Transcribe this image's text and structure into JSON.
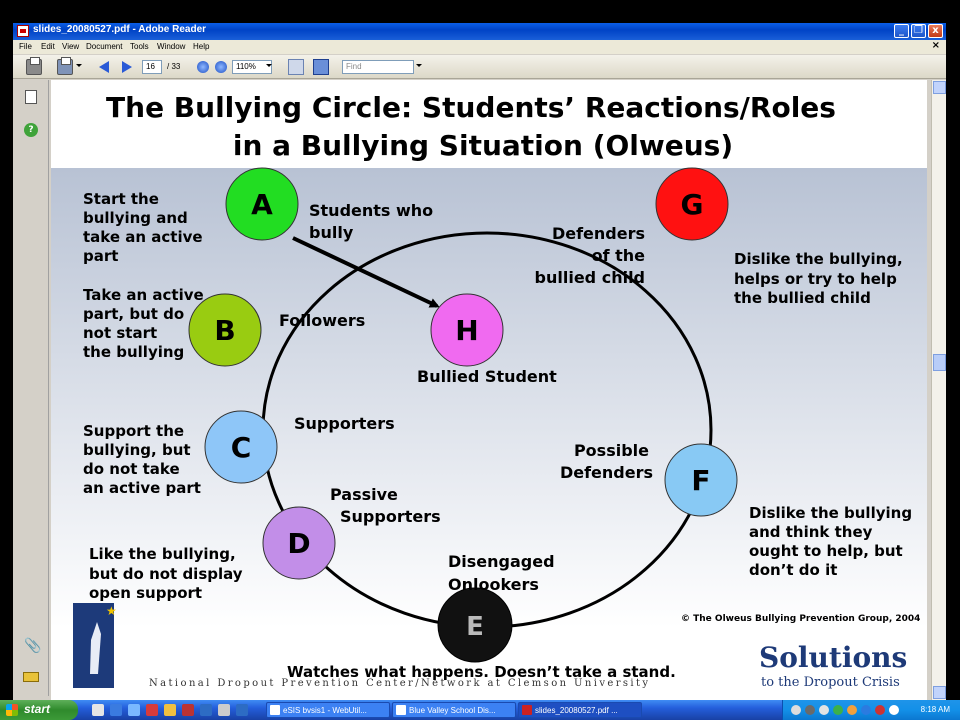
{
  "window": {
    "title": "slides_20080527.pdf - Adobe Reader",
    "controls": [
      "_",
      "❐",
      "x"
    ]
  },
  "menu": [
    "File",
    "Edit",
    "View",
    "Document",
    "Tools",
    "Window",
    "Help"
  ],
  "toolbar": {
    "page_current": "16",
    "page_total": "/ 33",
    "zoom": "110%",
    "find_placeholder": "Find"
  },
  "slide": {
    "title_line1": "The Bullying Circle:  Students’ Reactions/Roles",
    "title_line2": "in a Bullying Situation (Olweus)",
    "circles": [
      {
        "letter": "A",
        "color": "#22dd22"
      },
      {
        "letter": "B",
        "color": "#99cc11"
      },
      {
        "letter": "C",
        "color": "#8ec6f8"
      },
      {
        "letter": "D",
        "color": "#c28ee8"
      },
      {
        "letter": "E",
        "color": "#111111"
      },
      {
        "letter": "F",
        "color": "#88c9f4"
      },
      {
        "letter": "G",
        "color": "#ff1111"
      },
      {
        "letter": "H",
        "color": "#f06af0"
      }
    ],
    "role_labels": {
      "A": [
        "Students who",
        "bully"
      ],
      "B": [
        "Followers"
      ],
      "C": [
        "Supporters"
      ],
      "D": [
        "Passive",
        "Supporters"
      ],
      "E": [
        "Disengaged",
        "Onlookers"
      ],
      "F": [
        "Possible",
        "Defenders"
      ],
      "G": [
        "Defenders",
        "of the",
        "bullied child"
      ],
      "H": [
        "Bullied Student"
      ]
    },
    "descriptions": {
      "A": [
        "Start the",
        "bullying and",
        "take an active",
        "part"
      ],
      "B": [
        "Take an active",
        "part, but do",
        "not start",
        "the bullying"
      ],
      "C": [
        "Support the",
        "bullying, but",
        "do not take",
        "an active part"
      ],
      "D": [
        "Like the bullying,",
        "but do not display",
        "open support"
      ],
      "E": [
        "Watches what happens. Doesn’t take a stand."
      ],
      "F": [
        "Dislike the bullying",
        "and think they",
        "ought to help, but",
        "don’t do it"
      ],
      "G": [
        "Dislike the bullying,",
        "helps or try to help",
        "the bullied child"
      ]
    },
    "copyright": "© The Olweus Bullying Prevention Group, 2004",
    "footer": "National Dropout Prevention Center/Network at Clemson University",
    "logo_line1": "Solutions",
    "logo_line2": "to the Dropout Crisis",
    "colors": {
      "title": "#000000",
      "gradient_top": "#b8c2d4",
      "gradient_bottom": "#ffffff"
    }
  },
  "taskbar": {
    "start": "start",
    "buttons": [
      {
        "label": "eSIS bvsis1 - WebUtil...",
        "active": false
      },
      {
        "label": "Blue Valley School Dis...",
        "active": false
      },
      {
        "label": "slides_20080527.pdf ...",
        "active": true
      }
    ],
    "clock": "8:18 AM"
  }
}
